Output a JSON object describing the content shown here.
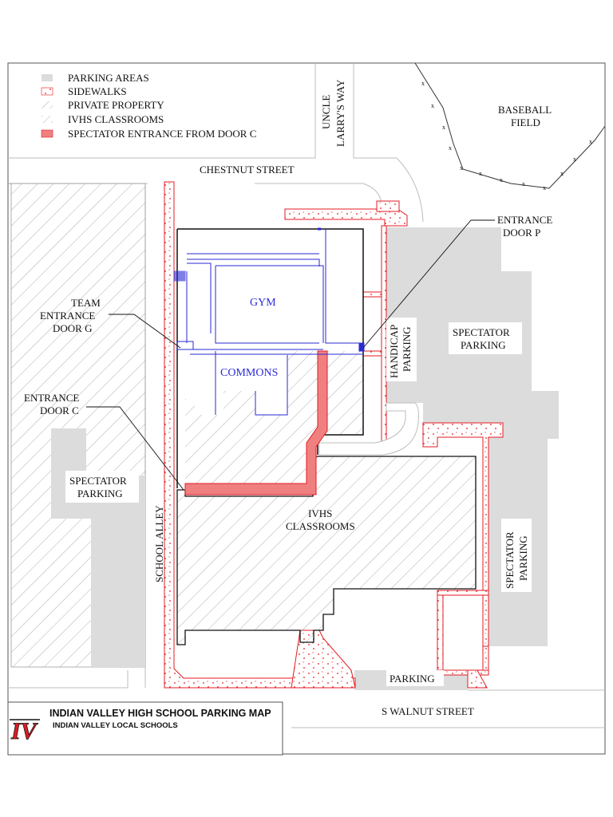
{
  "legend": {
    "items": [
      {
        "label": "PARKING AREAS",
        "kind": "parking"
      },
      {
        "label": "SIDEWALKS",
        "kind": "sidewalk"
      },
      {
        "label": "PRIVATE PROPERTY",
        "kind": "private"
      },
      {
        "label": "IVHS CLASSROOMS",
        "kind": "classrooms"
      },
      {
        "label": "SPECTATOR ENTRANCE FROM DOOR C",
        "kind": "spectator-entrance"
      }
    ]
  },
  "streets": {
    "chestnut": "CHESTNUT STREET",
    "uncle_line1": "UNCLE",
    "uncle_line2": "LARRY'S WAY",
    "school_alley": "SCHOOL ALLEY",
    "s_walnut": "S WALNUT STREET"
  },
  "areas": {
    "baseball_line1": "BASEBALL",
    "baseball_line2": "FIELD",
    "gym": "GYM",
    "commons": "COMMONS",
    "classrooms_line1": "IVHS",
    "classrooms_line2": "CLASSROOMS",
    "spectator_parking": "SPECTATOR",
    "spectator_parking_2": "PARKING",
    "handicap_line1": "HANDICAP",
    "handicap_line2": "PARKING",
    "parking_bottom": "PARKING"
  },
  "callouts": {
    "door_p_line1": "ENTRANCE",
    "door_p_line2": "DOOR P",
    "door_g_line1": "TEAM",
    "door_g_line2": "ENTRANCE",
    "door_g_line3": "DOOR G",
    "door_c_line1": "ENTRANCE",
    "door_c_line2": "DOOR C"
  },
  "title_block": {
    "logo": "IV",
    "title": "INDIAN VALLEY HIGH SCHOOL PARKING MAP",
    "subtitle": "INDIAN VALLEY LOCAL SCHOOLS"
  },
  "colors": {
    "parking": "#dcdcdc",
    "sidewalk_outline": "#e31b23",
    "spectator_entrance": "#f08080",
    "interior_lines": "#2a2ad6"
  }
}
